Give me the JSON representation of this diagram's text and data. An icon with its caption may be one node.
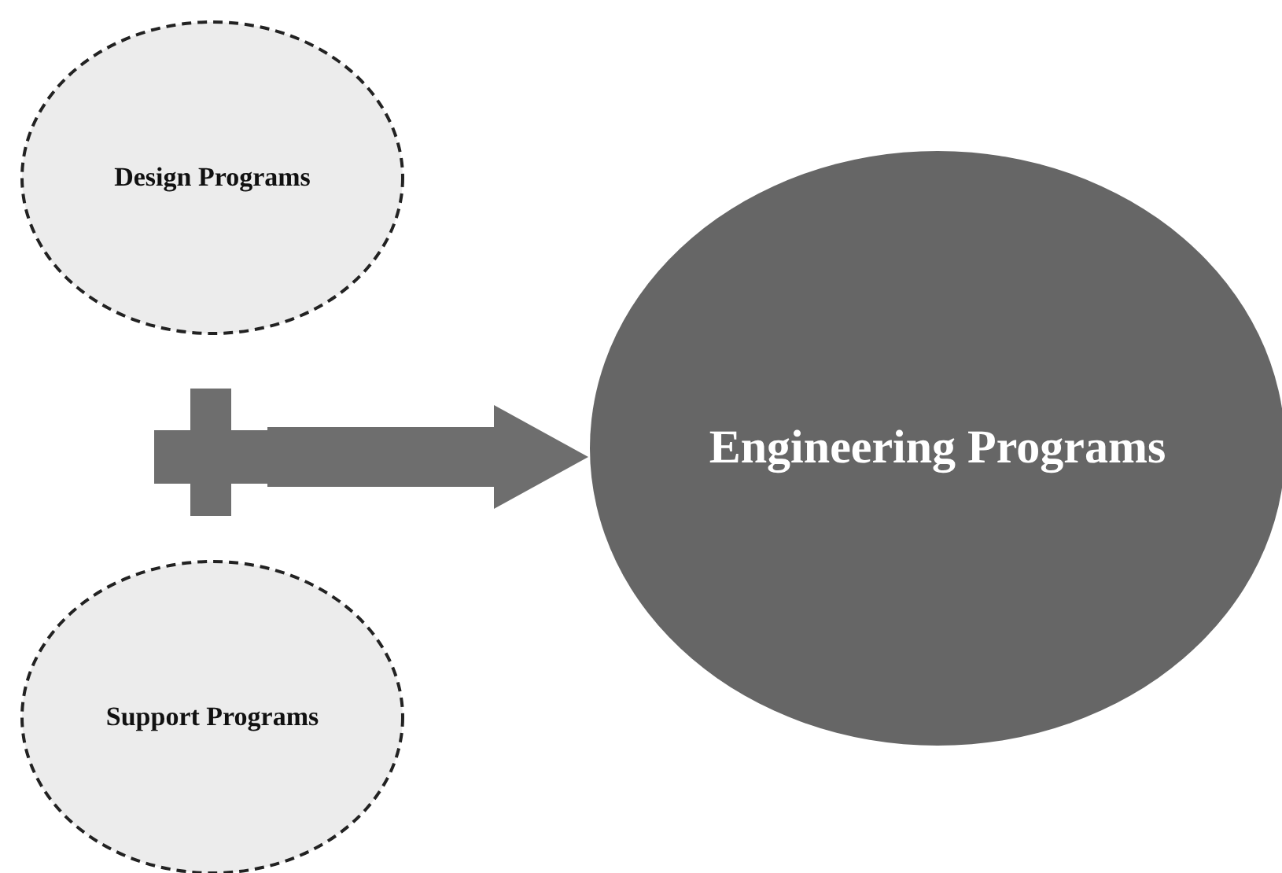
{
  "diagram": {
    "nodes": [
      {
        "text": [
          "Design Programs"
        ]
      },
      {
        "text": [],
        "shape": "cross"
      },
      {
        "text": [
          "Support Programs"
        ]
      },
      {
        "text": [
          "Engineering Programs"
        ]
      }
    ],
    "edges": [
      {
        "from": 1,
        "to": 3,
        "arrow": "to"
      }
    ]
  }
}
